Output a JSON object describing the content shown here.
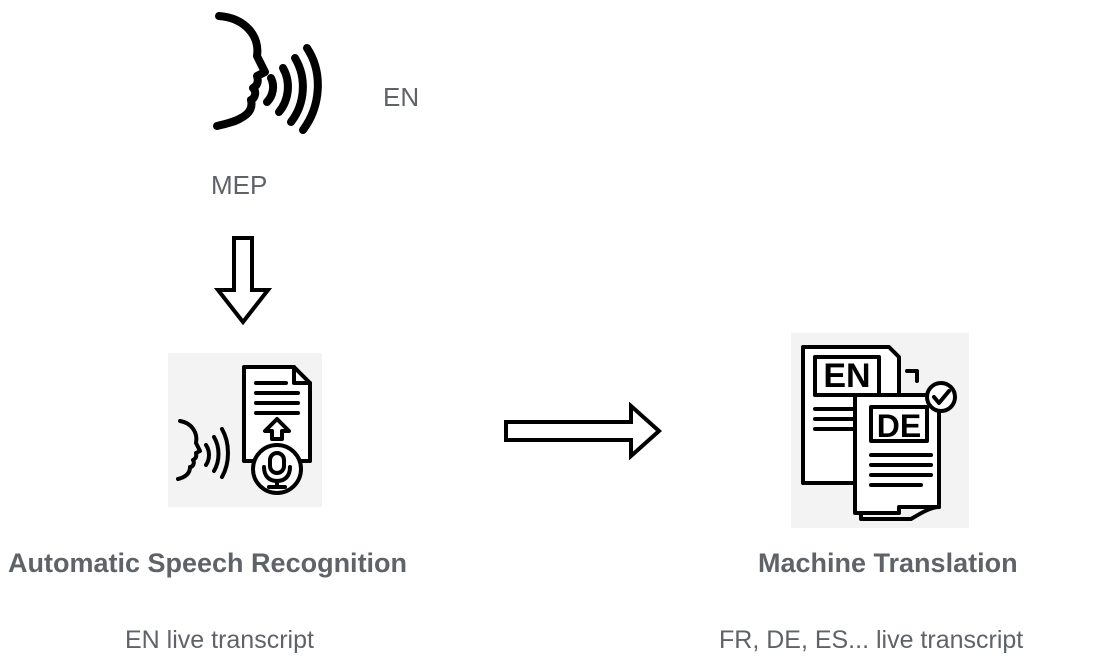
{
  "speaker": {
    "label": "MEP",
    "language": "EN",
    "icon": "speaking-head-icon"
  },
  "asr": {
    "title": "Automatic Speech Recognition",
    "subtitle": "EN live transcript",
    "icon": "speech-to-text-icon"
  },
  "mt": {
    "title": "Machine Translation",
    "subtitle": "FR, DE, ES... live transcript",
    "icon": "document-translation-icon",
    "source_lang": "EN",
    "target_lang": "DE"
  },
  "colors": {
    "text": "#5f6368",
    "stroke": "#000000",
    "icon_bg": "#f3f3f3"
  }
}
